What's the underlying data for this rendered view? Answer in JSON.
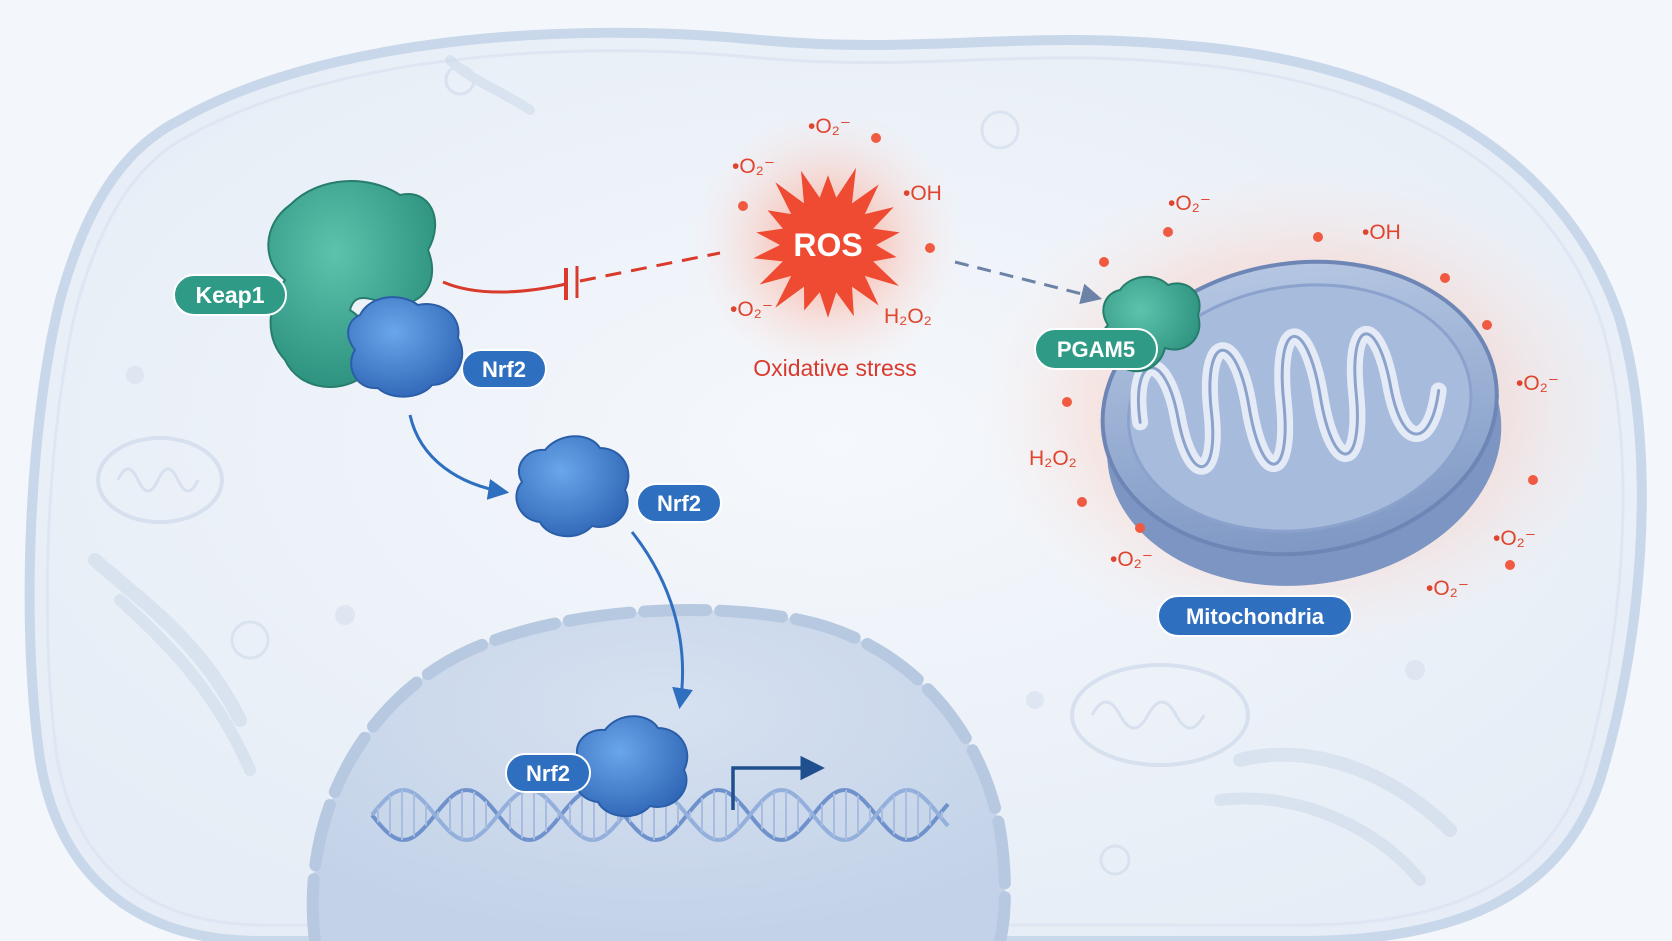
{
  "labels": {
    "keap1": "Keap1",
    "nrf2": "Nrf2",
    "pgam5": "PGAM5",
    "ros": "ROS",
    "oxidative_stress": "Oxidative stress",
    "mitochondria": "Mitochondria"
  },
  "species": {
    "superoxide": "•O₂⁻",
    "hydroxyl": "•OH",
    "peroxide": "H₂O₂"
  },
  "colors": {
    "keap1": "#2f9a86",
    "nrf2": "#2f6fc0",
    "ros": "#ef4a32",
    "inhibition": "#d93a2c",
    "mito": "#8fa8cf",
    "cell_border": "#c9d7ea"
  }
}
